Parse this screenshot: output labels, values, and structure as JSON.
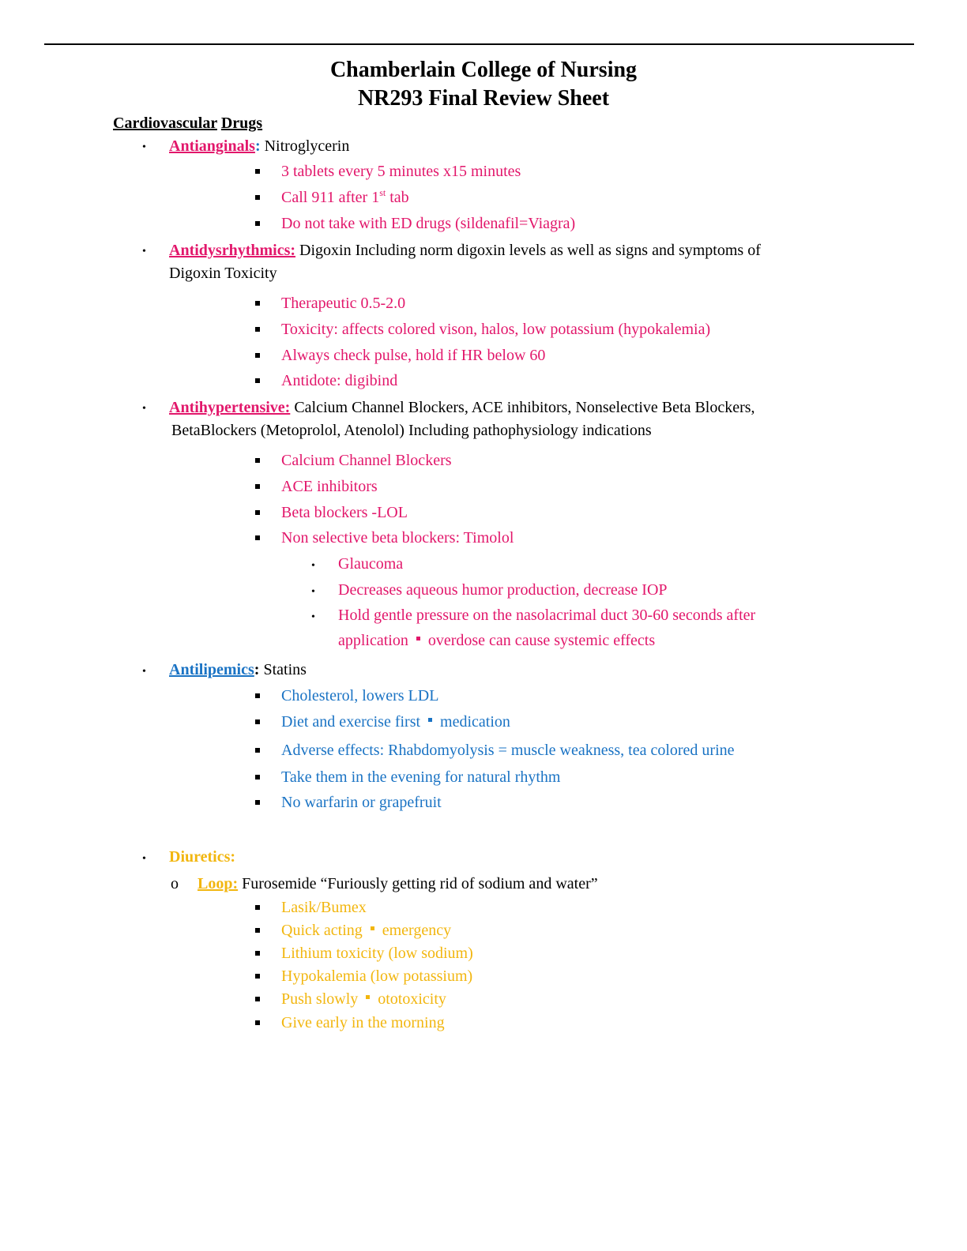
{
  "document": {
    "title_line1": "Chamberlain College of Nursing",
    "title_line2": "NR293 Final Review Sheet"
  },
  "section": {
    "heading_part1": "Cardiovascular",
    "heading_part2": "Drugs"
  },
  "antianginals": {
    "label": "Antianginals",
    "colon": ":",
    "drug": " Nitroglycerin",
    "items": [
      "3 tablets every 5 minutes x15 minutes",
      "Call 911 after 1",
      "st",
      " tab",
      "Do not take with ED drugs (sildenafil=Viagra)"
    ]
  },
  "antidysrhythmics": {
    "label": "Antidysrhythmics:",
    "desc_line1": " Digoxin Including norm digoxin levels as well as signs and symptoms of",
    "desc_line2": "Digoxin Toxicity",
    "items": [
      "Therapeutic 0.5-2.0",
      "Toxicity: affects colored vison, halos, low potassium (hypokalemia)",
      "Always check pulse, hold if HR below 60",
      "Antidote: digibind"
    ]
  },
  "antihypertensive": {
    "label": "Antihypertensive:",
    "desc_line1": " Calcium Channel Blockers, ACE inhibitors, Nonselective Beta Blockers,",
    "desc_line2": "BetaBlockers (Metoprolol, Atenolol) Including pathophysiology indications",
    "items": [
      "Calcium Channel Blockers",
      "ACE inhibitors",
      "Beta blockers -LOL",
      "Non selective beta blockers: Timolol"
    ],
    "subitems": [
      "Glaucoma",
      "Decreases aqueous humor production, decrease IOP",
      "Hold gentle pressure on the nasolacrimal duct 30-60 seconds after",
      "application",
      "overdose can cause systemic effects"
    ]
  },
  "antilipemics": {
    "label": "Antilipemics",
    "colon": ":",
    "drug": " Statins",
    "items": [
      "Cholesterol, lowers LDL",
      "Diet and exercise first",
      "medication",
      "Adverse effects: Rhabdomyolysis = muscle weakness, tea colored urine",
      "Take them in the evening for natural rhythm",
      "No warfarin or grapefruit"
    ]
  },
  "diuretics": {
    "label": "Diuretics:",
    "loop_marker": "o",
    "loop_label": "Loop:",
    "loop_desc": " Furosemide “Furiously getting rid of sodium and water”",
    "items": [
      "Lasik/Bumex",
      "Quick acting",
      "emergency",
      "Lithium toxicity (low sodium)",
      "Hypokalemia (low potassium)",
      "Push slowly",
      "ototoxicity",
      "Give early in the morning"
    ]
  },
  "colors": {
    "pink": "#e2176b",
    "blue": "#1a73c4",
    "gold": "#f2b60f"
  }
}
